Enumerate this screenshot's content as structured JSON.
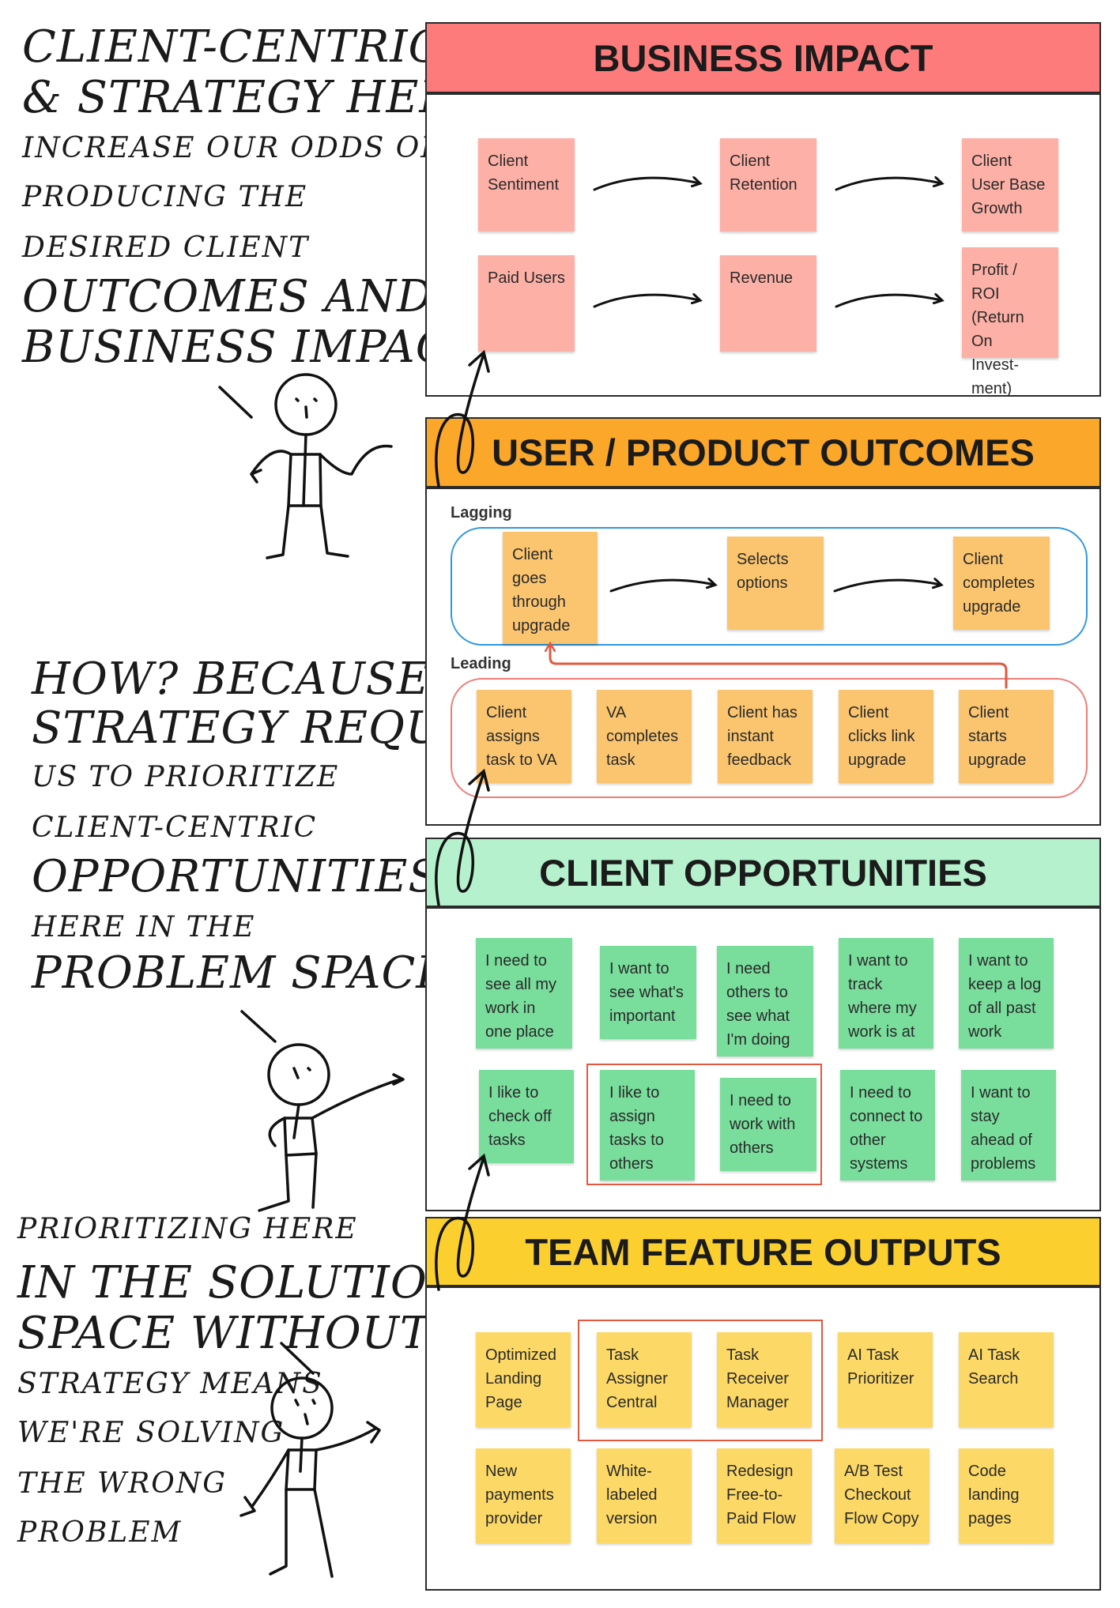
{
  "left_notes": {
    "block1": [
      "CLIENT-CENTRICITY",
      "& STRATEGY HELP",
      "INCREASE OUR ODDS OF",
      "PRODUCING THE",
      "DESIRED CLIENT",
      "OUTCOMES AND",
      "BUSINESS IMPACT"
    ],
    "block2": [
      "HOW? BECAUSE",
      "STRATEGY REQUIRES",
      "US TO  PRIORITIZE",
      "CLIENT-CENTRIC",
      "OPPORTUNITIES",
      "HERE IN THE",
      "PROBLEM SPACE"
    ],
    "block3": [
      "PRIORITIZING HERE",
      "IN THE SOLUTION",
      "SPACE WITHOUT",
      "STRATEGY MEANS",
      "WE'RE SOLVING",
      "THE WRONG",
      "PROBLEM"
    ]
  },
  "sections": {
    "business_impact": {
      "title": "BUSINESS IMPACT",
      "notes": [
        "Client\nSentiment",
        "Client\nRetention",
        "Client\nUser Base\nGrowth",
        "Paid Users",
        "Revenue",
        "Profit / ROI\n(Return On\nInvest-\nment)"
      ]
    },
    "user_outcomes": {
      "title": "USER / PRODUCT OUTCOMES",
      "lagging_label": "Lagging",
      "leading_label": "Leading",
      "lagging": [
        "Client\ngoes\nthrough\nupgrade",
        "Selects\noptions",
        "Client\ncompletes\nupgrade"
      ],
      "leading": [
        "Client\nassigns\ntask to VA",
        "VA\ncompletes\ntask",
        "Client has\ninstant\nfeedback",
        "Client\nclicks link\nupgrade",
        "Client\nstarts\nupgrade"
      ]
    },
    "opportunities": {
      "title": "CLIENT OPPORTUNITIES",
      "notes": [
        "I need to\nsee all my\nwork in\none place",
        "I want to\nsee what's\nimportant",
        "I need\nothers to\nsee what\nI'm doing",
        "I want to\ntrack\nwhere my\nwork is at",
        "I want to\nkeep a log\nof all past\nwork",
        "I like to\ncheck off\ntasks",
        "I like to\nassign\ntasks to\nothers",
        "I need to\nwork with\nothers",
        "I need to\nconnect to\nother\nsystems",
        "I want to\nstay\nahead of\nproblems"
      ]
    },
    "outputs": {
      "title": "TEAM FEATURE OUTPUTS",
      "notes": [
        "Optimized\nLanding\nPage",
        "Task\nAssigner\nCentral",
        "Task\nReceiver\nManager",
        "AI Task\nPrioritizer",
        "AI Task\nSearch",
        "New\npayments\nprovider",
        "White-\nlabeled\nversion",
        "Redesign\nFree-to-\nPaid Flow",
        "A/B Test\nCheckout\nFlow Copy",
        "Code\nlanding\npages"
      ]
    }
  },
  "colors": {
    "impact_band": "#fe7b7b",
    "outcomes_band": "#fba72a",
    "opportunities_band": "#b6f1cd",
    "outputs_band": "#fbd02e",
    "pink_note": "#fdb0a6",
    "orange_note": "#fbc56f",
    "green_note": "#79dd9c",
    "yellow_note": "#fcd866",
    "lagging_lane": "#2e97e0",
    "leading_lane": "#ef7d78",
    "highlight": "#e2583f"
  }
}
